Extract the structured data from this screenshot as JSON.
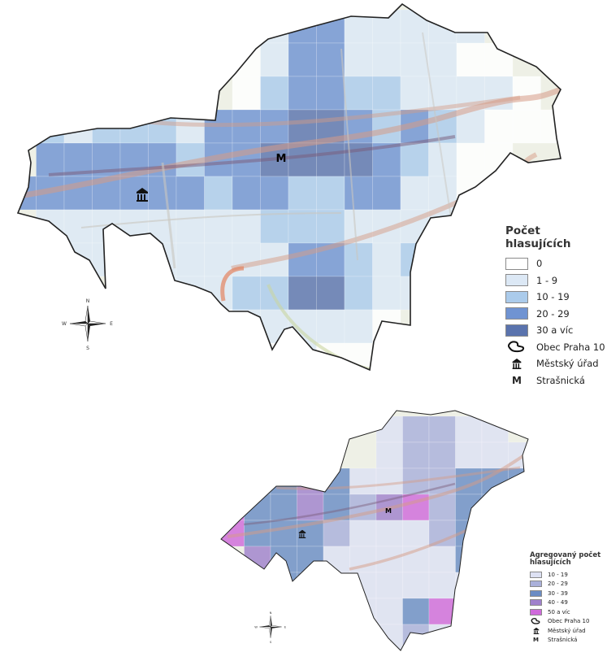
{
  "map_top": {
    "legend_title": "Počet hlasujících",
    "classes": [
      {
        "label": "0",
        "color": "#ffffff"
      },
      {
        "label": "1 - 9",
        "color": "#dce8f5"
      },
      {
        "label": "10 - 19",
        "color": "#abcbeb"
      },
      {
        "label": "20 - 29",
        "color": "#6f93d2"
      },
      {
        "label": "30 a víc",
        "color": "#5a73ad"
      }
    ],
    "symbols": [
      {
        "label": "Obec Praha 10",
        "icon": "boundary-outline-icon"
      },
      {
        "label": "Městský úřad",
        "icon": "town-hall-icon"
      },
      {
        "label": "Strašnická",
        "icon": "metro-station-icon"
      }
    ],
    "metro_glyph": "M",
    "grid": [
      [
        null,
        null,
        null,
        null,
        null,
        null,
        null,
        null,
        0,
        1,
        3,
        3,
        1,
        1,
        1,
        1,
        1,
        null,
        null,
        null
      ],
      [
        null,
        null,
        null,
        null,
        null,
        null,
        null,
        null,
        0,
        1,
        3,
        3,
        1,
        1,
        1,
        1,
        0,
        0,
        null,
        null
      ],
      [
        null,
        null,
        null,
        null,
        null,
        null,
        null,
        null,
        0,
        2,
        3,
        3,
        2,
        2,
        1,
        1,
        1,
        1,
        0,
        null
      ],
      [
        null,
        2,
        1,
        2,
        2,
        2,
        1,
        3,
        3,
        3,
        4,
        4,
        3,
        2,
        3,
        2,
        1,
        0,
        0,
        0
      ],
      [
        null,
        3,
        3,
        3,
        3,
        3,
        2,
        3,
        3,
        4,
        4,
        4,
        4,
        3,
        2,
        1,
        0,
        0,
        null,
        null
      ],
      [
        3,
        3,
        3,
        3,
        3,
        3,
        3,
        2,
        3,
        3,
        2,
        2,
        3,
        3,
        1,
        1,
        0,
        0,
        null,
        null
      ],
      [
        null,
        1,
        1,
        1,
        1,
        1,
        1,
        1,
        1,
        2,
        2,
        2,
        1,
        1,
        1,
        1,
        0,
        0,
        null,
        null
      ],
      [
        null,
        0,
        1,
        1,
        1,
        1,
        1,
        1,
        1,
        1,
        3,
        3,
        2,
        1,
        2,
        null,
        null,
        null,
        null,
        null
      ],
      [
        null,
        null,
        null,
        null,
        1,
        1,
        1,
        1,
        2,
        2,
        4,
        4,
        2,
        1,
        1,
        null,
        null,
        null,
        null,
        null
      ],
      [
        null,
        null,
        null,
        null,
        null,
        null,
        null,
        0,
        1,
        1,
        1,
        1,
        1,
        0,
        null,
        null,
        null,
        null,
        null,
        null
      ],
      [
        null,
        null,
        null,
        null,
        null,
        null,
        null,
        null,
        null,
        0,
        1,
        0,
        0,
        null,
        null,
        null,
        null,
        null,
        null,
        null
      ]
    ]
  },
  "map_bottom": {
    "legend_title": "Agregovaný počet hlasujících",
    "classes": [
      {
        "label": "10 - 19",
        "color": "#dde1f3"
      },
      {
        "label": "20 - 29",
        "color": "#aab0da"
      },
      {
        "label": "30 - 39",
        "color": "#6a8cc4"
      },
      {
        "label": "40 - 49",
        "color": "#a081cc"
      },
      {
        "label": "50 a víc",
        "color": "#cf6adb"
      }
    ],
    "symbols": [
      {
        "label": "Obec Praha 10",
        "icon": "boundary-outline-icon"
      },
      {
        "label": "Městský úřad",
        "icon": "town-hall-icon"
      },
      {
        "label": "Strašnická",
        "icon": "metro-station-icon"
      }
    ],
    "metro_glyph": "M",
    "grid": [
      [
        null,
        null,
        null,
        null,
        null,
        null,
        0,
        1,
        1,
        0,
        0,
        null
      ],
      [
        null,
        null,
        null,
        null,
        null,
        null,
        0,
        1,
        1,
        0,
        0,
        0
      ],
      [
        null,
        2,
        2,
        3,
        2,
        0,
        0,
        1,
        1,
        2,
        2,
        2
      ],
      [
        4,
        2,
        2,
        3,
        2,
        1,
        3,
        4,
        1,
        2,
        2,
        2
      ],
      [
        4,
        2,
        2,
        2,
        1,
        0,
        0,
        0,
        1,
        2,
        2,
        2
      ],
      [
        null,
        3,
        2,
        2,
        0,
        0,
        0,
        0,
        0,
        2,
        2,
        null
      ],
      [
        null,
        null,
        2,
        2,
        0,
        0,
        0,
        0,
        0,
        0,
        null,
        null
      ],
      [
        null,
        null,
        null,
        null,
        null,
        0,
        0,
        2,
        4,
        0,
        null,
        null
      ],
      [
        null,
        null,
        null,
        null,
        null,
        null,
        0,
        1,
        0,
        null,
        null,
        null
      ]
    ]
  },
  "compass": {
    "n": "N",
    "s": "S",
    "e": "E",
    "w": "W"
  }
}
